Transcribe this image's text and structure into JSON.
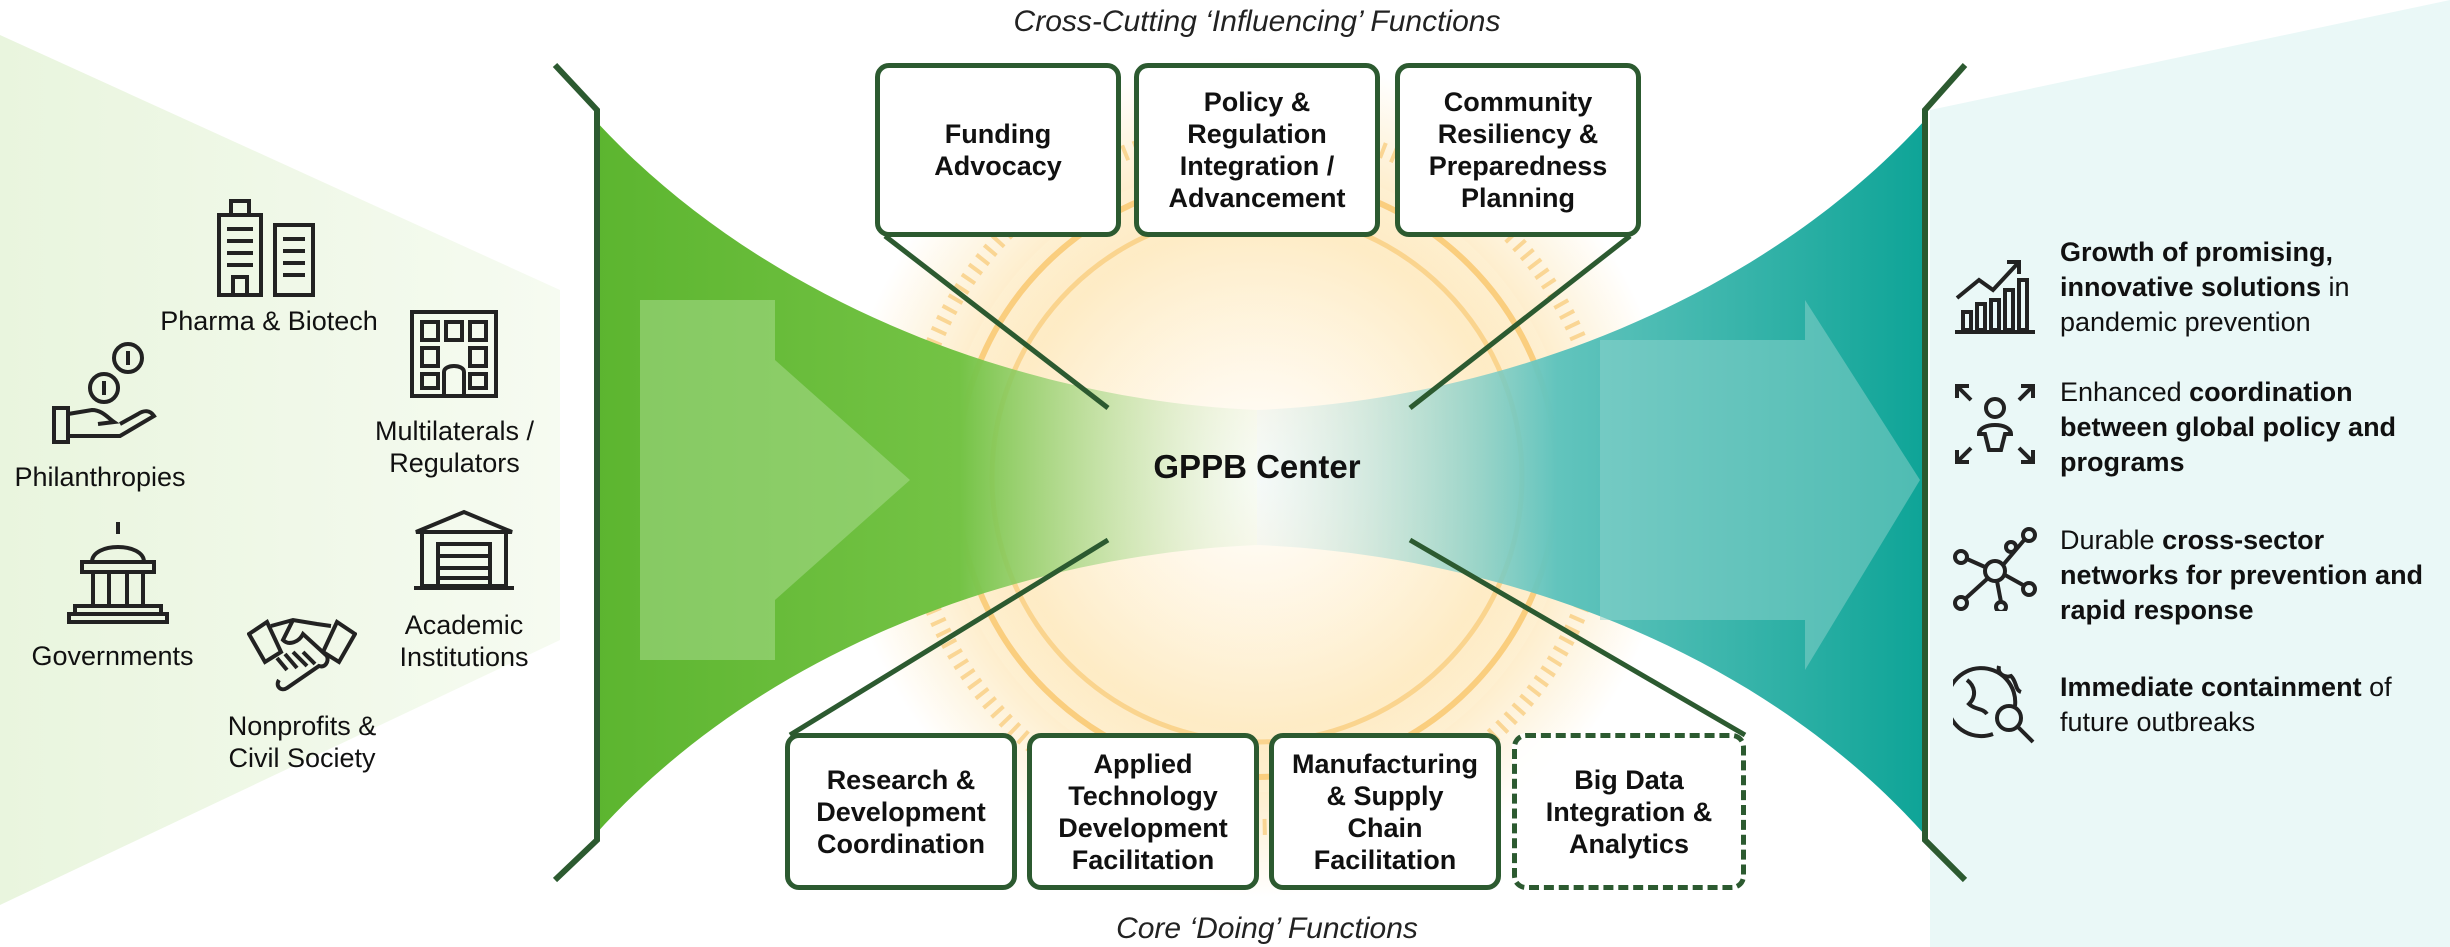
{
  "captions": {
    "top": "Cross-Cutting ‘Influencing’ Functions",
    "bottom": "Core ‘Doing’ Functions"
  },
  "center": {
    "label": "GPPB Center"
  },
  "stakeholders": [
    {
      "label": "Pharma & Biotech",
      "icon": "buildings-icon"
    },
    {
      "label": "Philanthropies",
      "icon": "hand-coins-icon"
    },
    {
      "label": "Multilaterals /\nRegulators",
      "icon": "building-grid-icon"
    },
    {
      "label": "Governments",
      "icon": "government-dome-icon"
    },
    {
      "label": "Academic\nInstitutions",
      "icon": "academic-building-icon"
    },
    {
      "label": "Nonprofits &\nCivil Society",
      "icon": "handshake-icon"
    }
  ],
  "influencing_functions": [
    "Funding\nAdvocacy",
    "Policy &\nRegulation\nIntegration /\nAdvancement",
    "Community\nResiliency &\nPreparedness\nPlanning"
  ],
  "doing_functions": [
    {
      "label": "Research &\nDevelopment\nCoordination",
      "dashed": false
    },
    {
      "label": "Applied\nTechnology\nDevelopment\nFacilitation",
      "dashed": false
    },
    {
      "label": "Manufacturing\n& Supply\nChain\nFacilitation",
      "dashed": false
    },
    {
      "label": "Big Data\nIntegration &\nAnalytics",
      "dashed": true
    }
  ],
  "outcomes": [
    {
      "icon": "growth-chart-icon",
      "parts": [
        [
          "Growth of promising, innovative solutions",
          true
        ],
        [
          " in pandemic prevention",
          false
        ]
      ]
    },
    {
      "icon": "coordination-person-icon",
      "parts": [
        [
          "Enhanced ",
          false
        ],
        [
          "coordination between global policy and programs",
          true
        ]
      ]
    },
    {
      "icon": "network-icon",
      "parts": [
        [
          "Durable ",
          false
        ],
        [
          "cross-sector networks for prevention and rapid response",
          true
        ]
      ]
    },
    {
      "icon": "globe-search-icon",
      "parts": [
        [
          "Immediate containment",
          true
        ],
        [
          " of future outbreaks",
          false
        ]
      ]
    }
  ],
  "colors": {
    "left_arrow": "#6fbf3e",
    "right_arrow": "#13a89a",
    "box_border": "#2c5a30",
    "glow": "#f6b84a"
  }
}
